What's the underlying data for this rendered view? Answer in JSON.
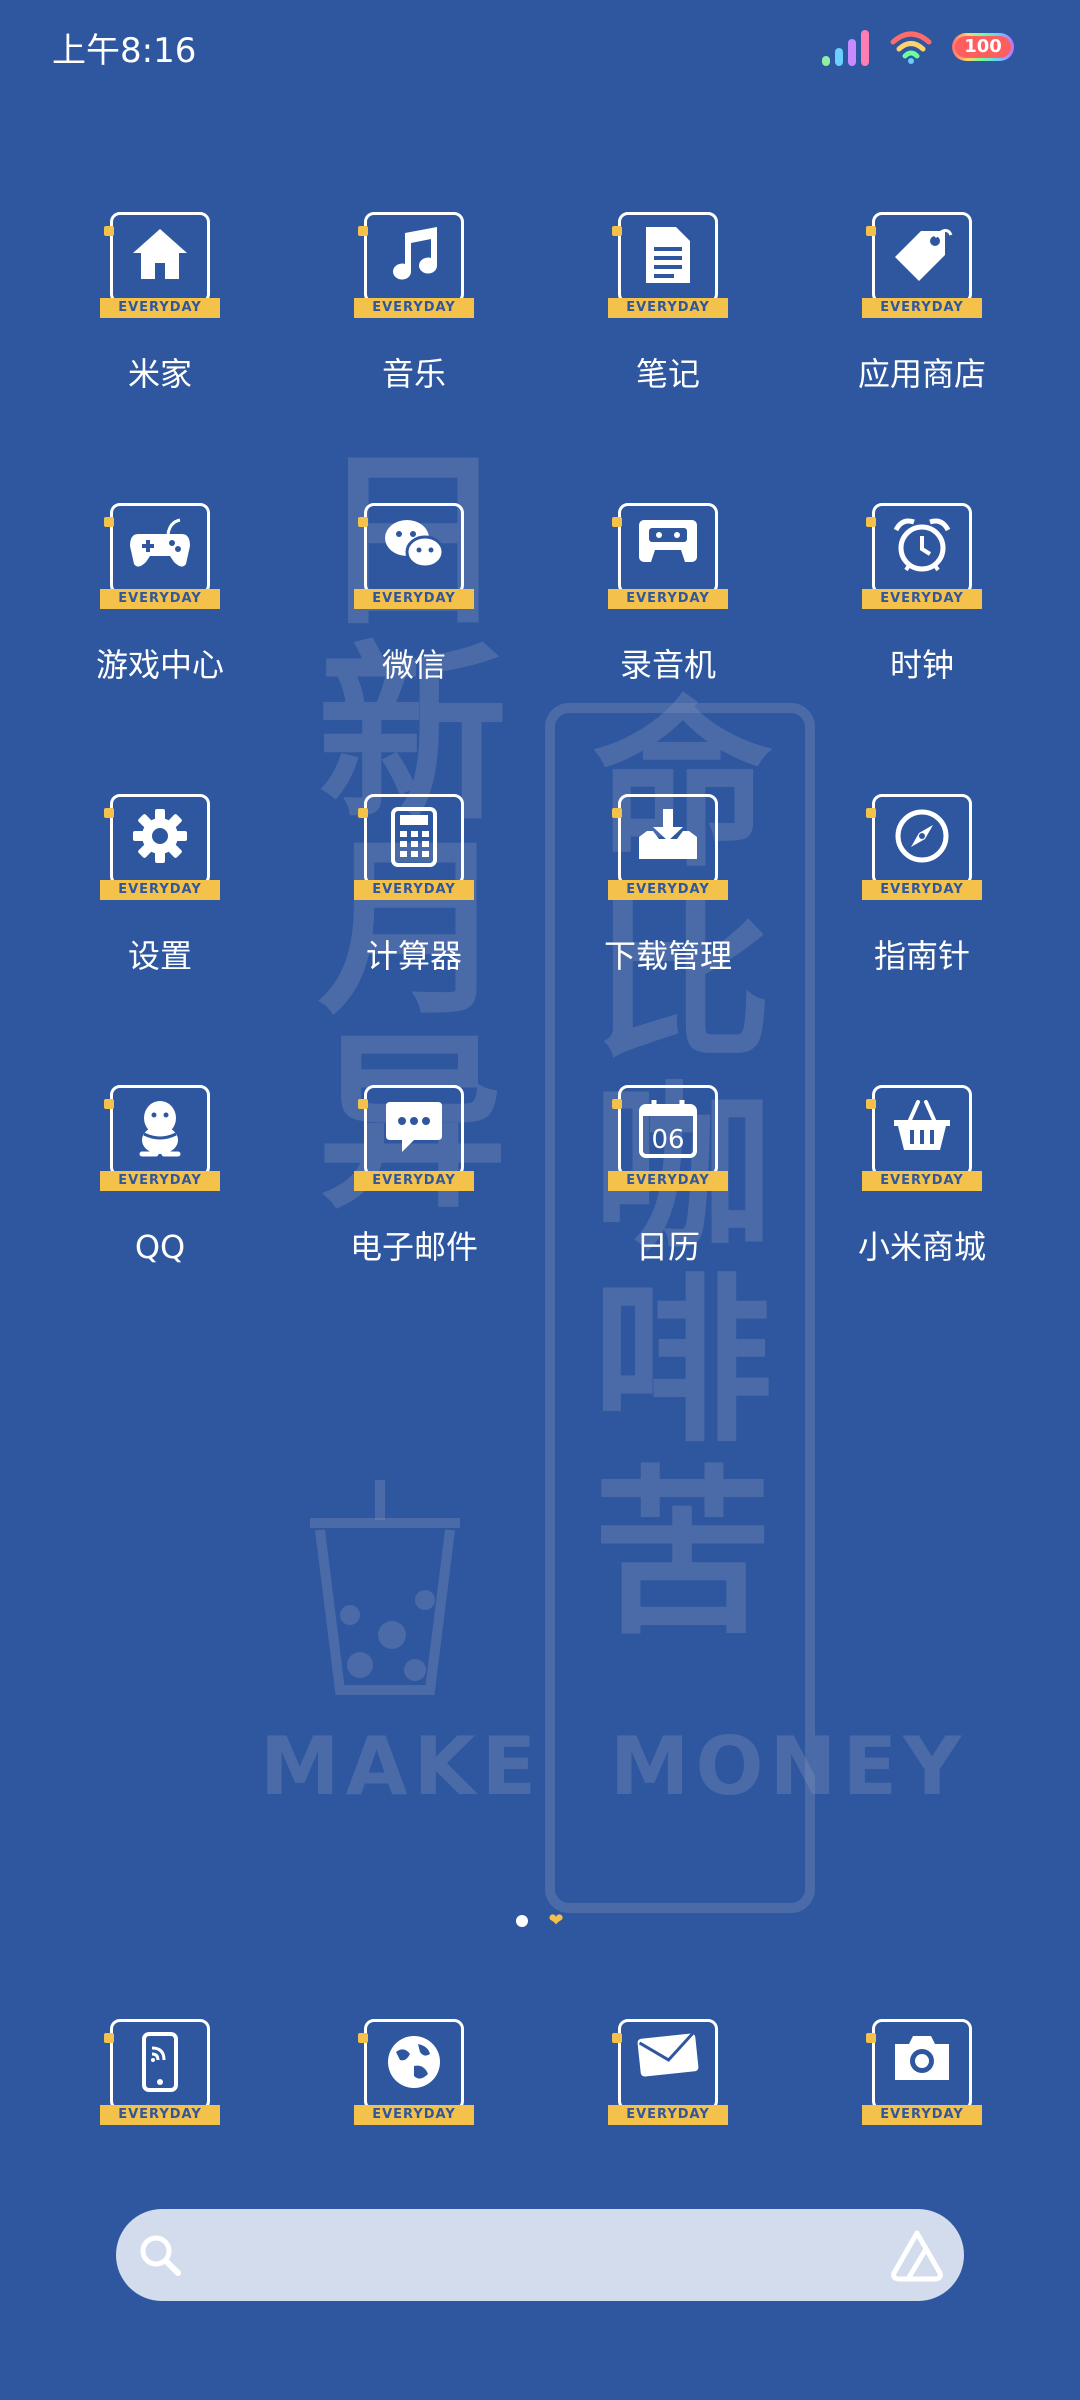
{
  "status_bar": {
    "time": "上午8:16",
    "battery_level": "100",
    "colors": {
      "signal": [
        "#8ef0a0",
        "#6ad1ff",
        "#c78bff",
        "#ff7eb3"
      ],
      "wifi": [
        "#ff6b6b",
        "#ffd36b",
        "#6bff9b"
      ]
    }
  },
  "wallpaper": {
    "left_column": "日新月异",
    "right_column": "命比咖啡苦",
    "tagline": "MAKE  MONEY"
  },
  "icon_ribbon_text": "EVERYDAY",
  "home_grid": [
    [
      {
        "label": "米家",
        "icon": "home-icon"
      },
      {
        "label": "音乐",
        "icon": "music-note-icon"
      },
      {
        "label": "笔记",
        "icon": "document-icon"
      },
      {
        "label": "应用商店",
        "icon": "tag-icon"
      }
    ],
    [
      {
        "label": "游戏中心",
        "icon": "gamepad-icon"
      },
      {
        "label": "微信",
        "icon": "chat-bubbles-icon"
      },
      {
        "label": "录音机",
        "icon": "cassette-icon"
      },
      {
        "label": "时钟",
        "icon": "alarm-clock-icon"
      }
    ],
    [
      {
        "label": "设置",
        "icon": "gear-icon"
      },
      {
        "label": "计算器",
        "icon": "calculator-icon"
      },
      {
        "label": "下载管理",
        "icon": "download-tray-icon"
      },
      {
        "label": "指南针",
        "icon": "compass-icon"
      }
    ],
    [
      {
        "label": "QQ",
        "icon": "penguin-icon"
      },
      {
        "label": "电子邮件",
        "icon": "message-bubble-icon"
      },
      {
        "label": "日历",
        "icon": "calendar-icon",
        "calendar_day": "06"
      },
      {
        "label": "小米商城",
        "icon": "shopping-basket-icon"
      }
    ]
  ],
  "dock": [
    {
      "icon": "phone-icon"
    },
    {
      "icon": "browser-globe-icon"
    },
    {
      "icon": "envelope-icon"
    },
    {
      "icon": "camera-icon"
    }
  ],
  "page_indicator": {
    "pages": 2,
    "current": 2
  },
  "search": {
    "placeholder": ""
  },
  "colors": {
    "background": "#2e579f",
    "accent": "#f4c24a",
    "search_bg": "#d3dced"
  }
}
